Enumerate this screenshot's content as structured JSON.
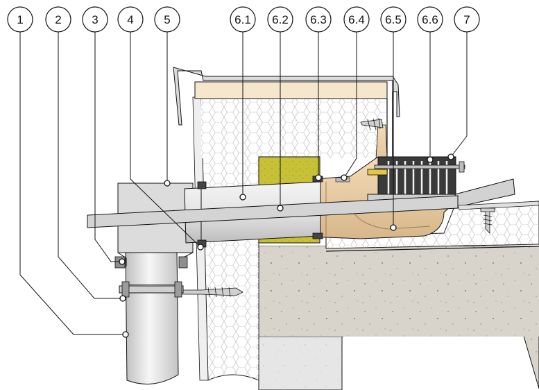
{
  "callouts": [
    {
      "id": "c1",
      "label": "1"
    },
    {
      "id": "c2",
      "label": "2"
    },
    {
      "id": "c3",
      "label": "3"
    },
    {
      "id": "c4",
      "label": "4"
    },
    {
      "id": "c5",
      "label": "5"
    },
    {
      "id": "c61",
      "label": "6.1"
    },
    {
      "id": "c62",
      "label": "6.2"
    },
    {
      "id": "c63",
      "label": "6.3"
    },
    {
      "id": "c64",
      "label": "6.4"
    },
    {
      "id": "c65",
      "label": "6.5"
    },
    {
      "id": "c66",
      "label": "6.6"
    },
    {
      "id": "c7",
      "label": "7"
    }
  ],
  "colors": {
    "concrete": "#d8d3ca",
    "concrete_light": "#e8e8e8",
    "insulation": "#ffffff",
    "insulation_pattern": "#cfcfcf",
    "mineral_wool": "#c8c23a",
    "timber": "#f6e7cf",
    "flange": "#eccfa6",
    "pipe": "#e3e3e3",
    "metal": "#bdbdbd",
    "grate": "#222222",
    "outline": "#111111"
  }
}
